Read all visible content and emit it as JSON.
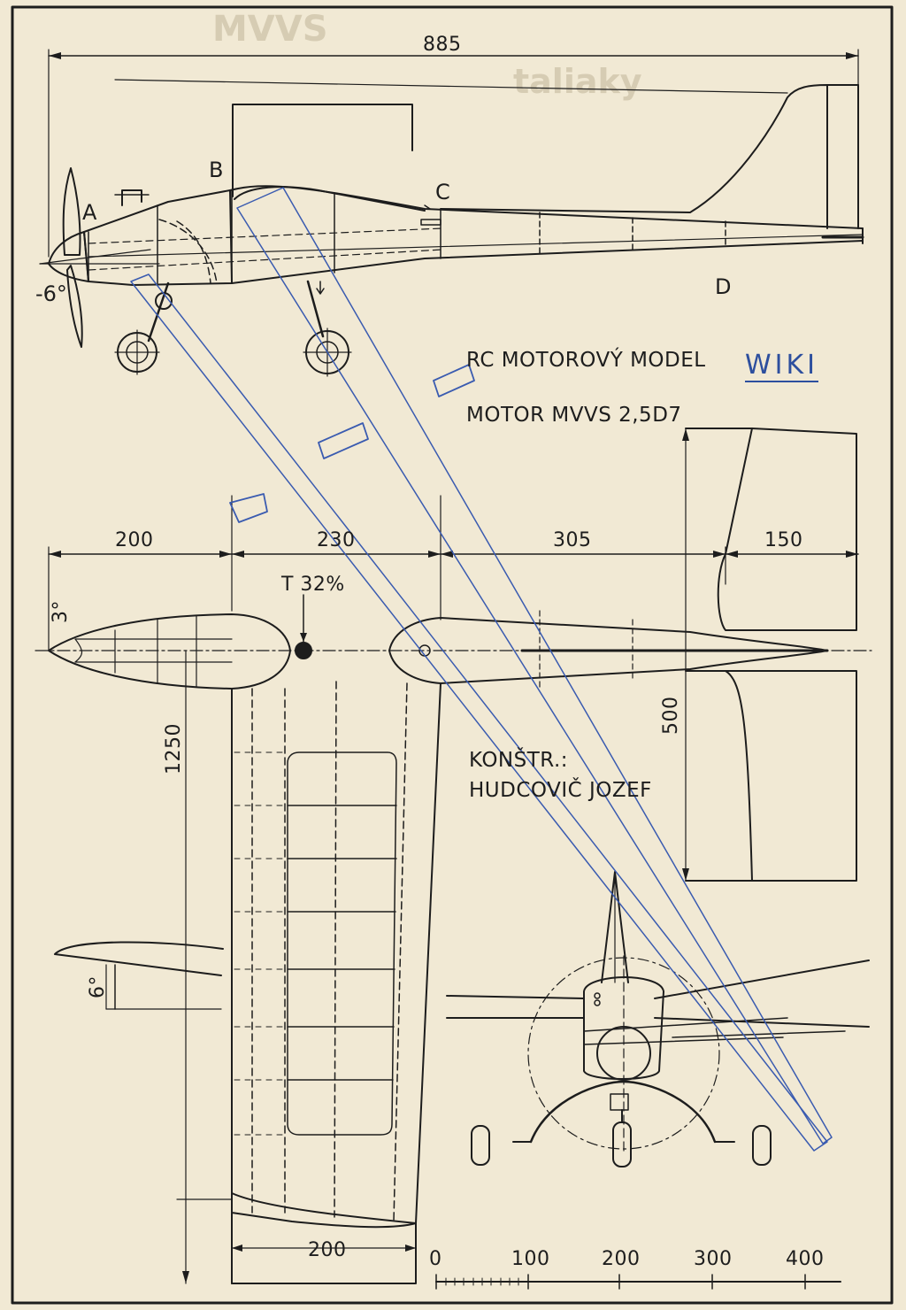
{
  "colors": {
    "paper": "#f1e9d4",
    "ink": "#1d1d1d",
    "blue_line": "#3a5bb0",
    "wiki": "#2d4f9e"
  },
  "dimensions": {
    "overall_length": "885",
    "nose_to_wing": "200",
    "wing_chord_span": "230",
    "fuselage_rear": "305",
    "tail_chord": "150",
    "wingspan": "1250",
    "stab_span": "500",
    "wing_tip_chord": "200",
    "cg": "T 32%"
  },
  "angles": {
    "downthrust": "-6°",
    "sidethrust": "3°",
    "dihedral": "6°"
  },
  "points": {
    "a": "A",
    "b": "B",
    "c": "C",
    "d": "D"
  },
  "title": {
    "model": "RC MOTOROVÝ MODEL",
    "motor": "MOTOR MVVS 2,5D7",
    "designer_label": "KONŠTR.:",
    "designer": "HUDCOVIČ JOZEF"
  },
  "stamp": "WIKI",
  "scale": {
    "ticks": [
      "0",
      "100",
      "200",
      "300",
      "400"
    ]
  }
}
